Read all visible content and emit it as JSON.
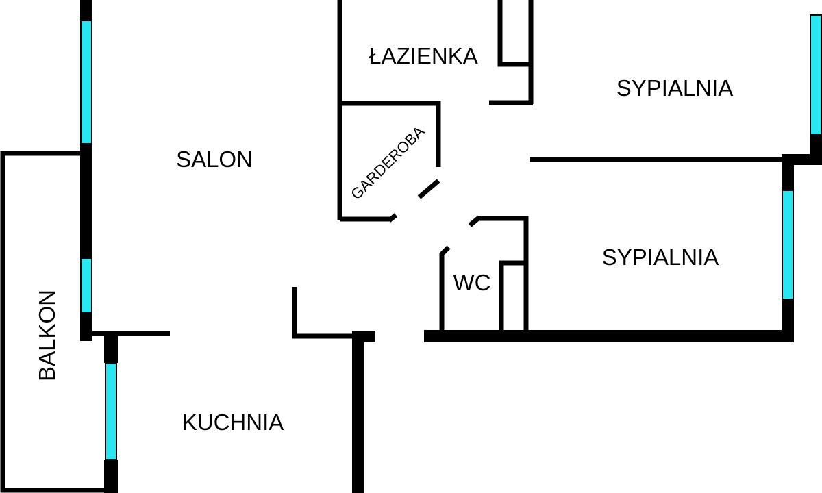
{
  "plan": {
    "colors": {
      "wall": "#000000",
      "window": "#29e6f0",
      "background": "#ffffff"
    },
    "rooms": {
      "salon": "SALON",
      "lazienka": "ŁAZIENKA",
      "garderoba": "GARDEROBA",
      "sypialnia_top": "SYPIALNIA",
      "sypialnia_bottom": "SYPIALNIA",
      "wc": "WC",
      "kuchnia": "KUCHNIA",
      "balkon": "BALKON"
    }
  }
}
